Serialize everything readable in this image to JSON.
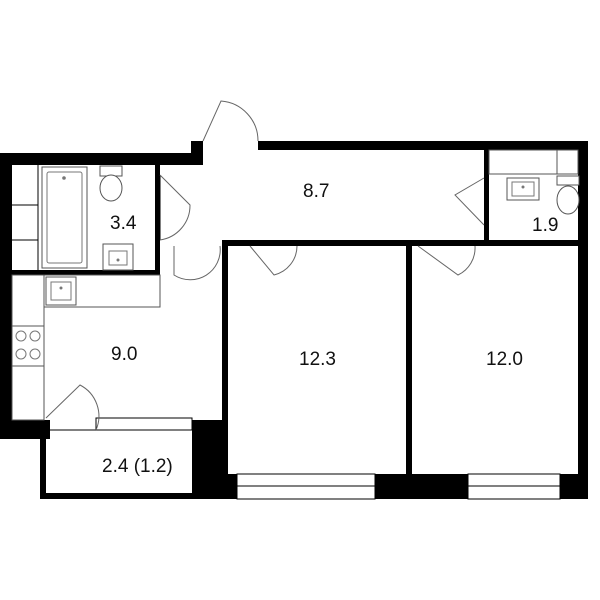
{
  "rooms": {
    "bathroom": "3.4",
    "hallway": "8.7",
    "toilet": "1.9",
    "kitchen": "9.0",
    "bedroom_middle": "12.3",
    "bedroom_right": "12.0",
    "balcony": "2.4 (1.2)"
  }
}
